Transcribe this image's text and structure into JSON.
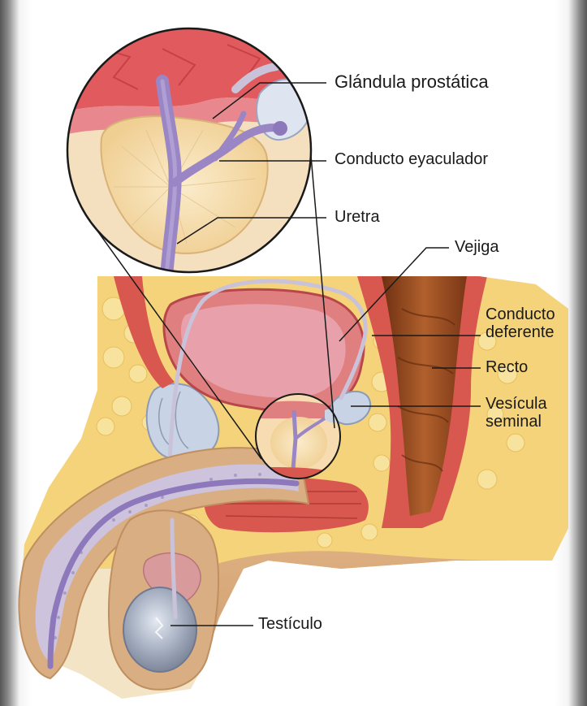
{
  "labels": {
    "prostate_gland": "Glándula prostática",
    "ejaculatory_duct": "Conducto eyaculador",
    "urethra": "Uretra",
    "bladder": "Vejiga",
    "vas_deferens_line1": "Conducto",
    "vas_deferens_line2": "deferente",
    "rectum": "Recto",
    "seminal_vesicle_line1": "Vesícula",
    "seminal_vesicle_line2": "seminal",
    "testicle": "Testículo"
  },
  "colors": {
    "skin": "#e2b88e",
    "skin_dark": "#c9996d",
    "fat": "#f4d37a",
    "muscle": "#d8584f",
    "bladder_wall": "#e48a8a",
    "bladder_inner": "#e59aa4",
    "prostate": "#f5ddb0",
    "urethra": "#9a86c4",
    "rectum": "#9a4a22",
    "testicle": "#aab3c4",
    "vesicle": "#c9d3e6",
    "leader_line": "#1a1a1a"
  }
}
